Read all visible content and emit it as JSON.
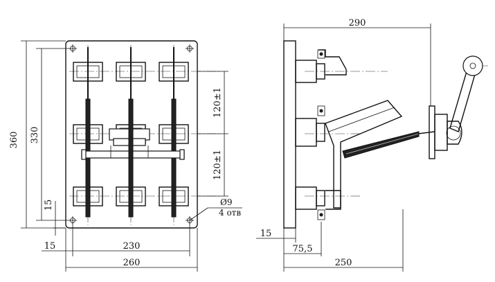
{
  "dimensions": {
    "front_height_total": "360",
    "front_height_holes": "330",
    "front_edge_offset_vertical": "15",
    "front_edge_offset_horizontal": "15",
    "front_width_holes": "230",
    "front_width_total": "260",
    "pitch_upper": "120±1",
    "pitch_lower": "120±1",
    "hole_diameter": "Ø9",
    "hole_count": "4 отв",
    "side_depth_total": "290",
    "side_plate_thickness": "15",
    "side_mount_offset": "75,5",
    "side_depth_body": "250"
  }
}
